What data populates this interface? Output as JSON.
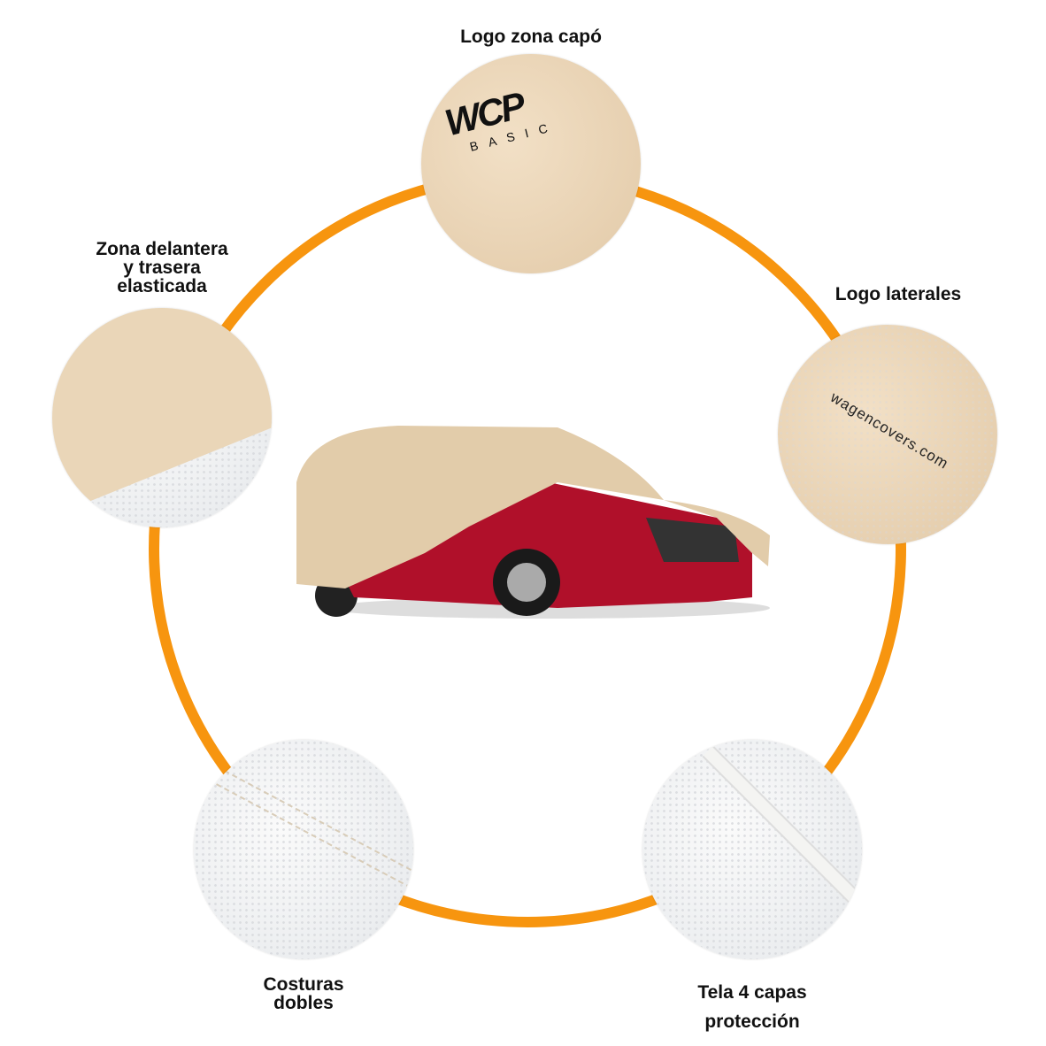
{
  "features": [
    {
      "label": "Logo zona capó"
    },
    {
      "label": "Logo laterales"
    },
    {
      "label": "Zona delantera y trasera elasticada",
      "lines": [
        "Zona delantera",
        "y trasera",
        "elasticada"
      ]
    },
    {
      "label": "Costuras dobles",
      "lines": [
        "Costuras",
        "dobles"
      ]
    },
    {
      "label": "Tela 4 capas protección",
      "lines": [
        "Tela 4 capas",
        "protección"
      ]
    }
  ],
  "logo_hood": {
    "mark": "WCP",
    "sub": "BASIC"
  },
  "logo_side": "wagencovers.com",
  "colors": {
    "ring": "#F7950F",
    "cover": "#E6CFAF",
    "car": "#B0102A"
  }
}
